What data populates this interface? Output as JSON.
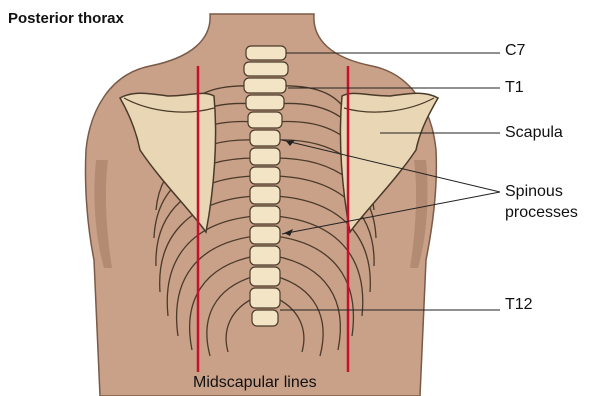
{
  "title": "Posterior thorax",
  "labels": {
    "c7": "C7",
    "t1": "T1",
    "scapula": "Scapula",
    "spinous_line1": "Spinous",
    "spinous_line2": "processes",
    "t12": "T12",
    "midscapular": "Midscapular lines"
  },
  "colors": {
    "skin": "#c9a088",
    "skin_shadow": "#b38a72",
    "bone": "#f2e4c4",
    "bone_outline": "#4a3a2a",
    "midscapular_line": "#c8102e",
    "leader": "#222222"
  }
}
